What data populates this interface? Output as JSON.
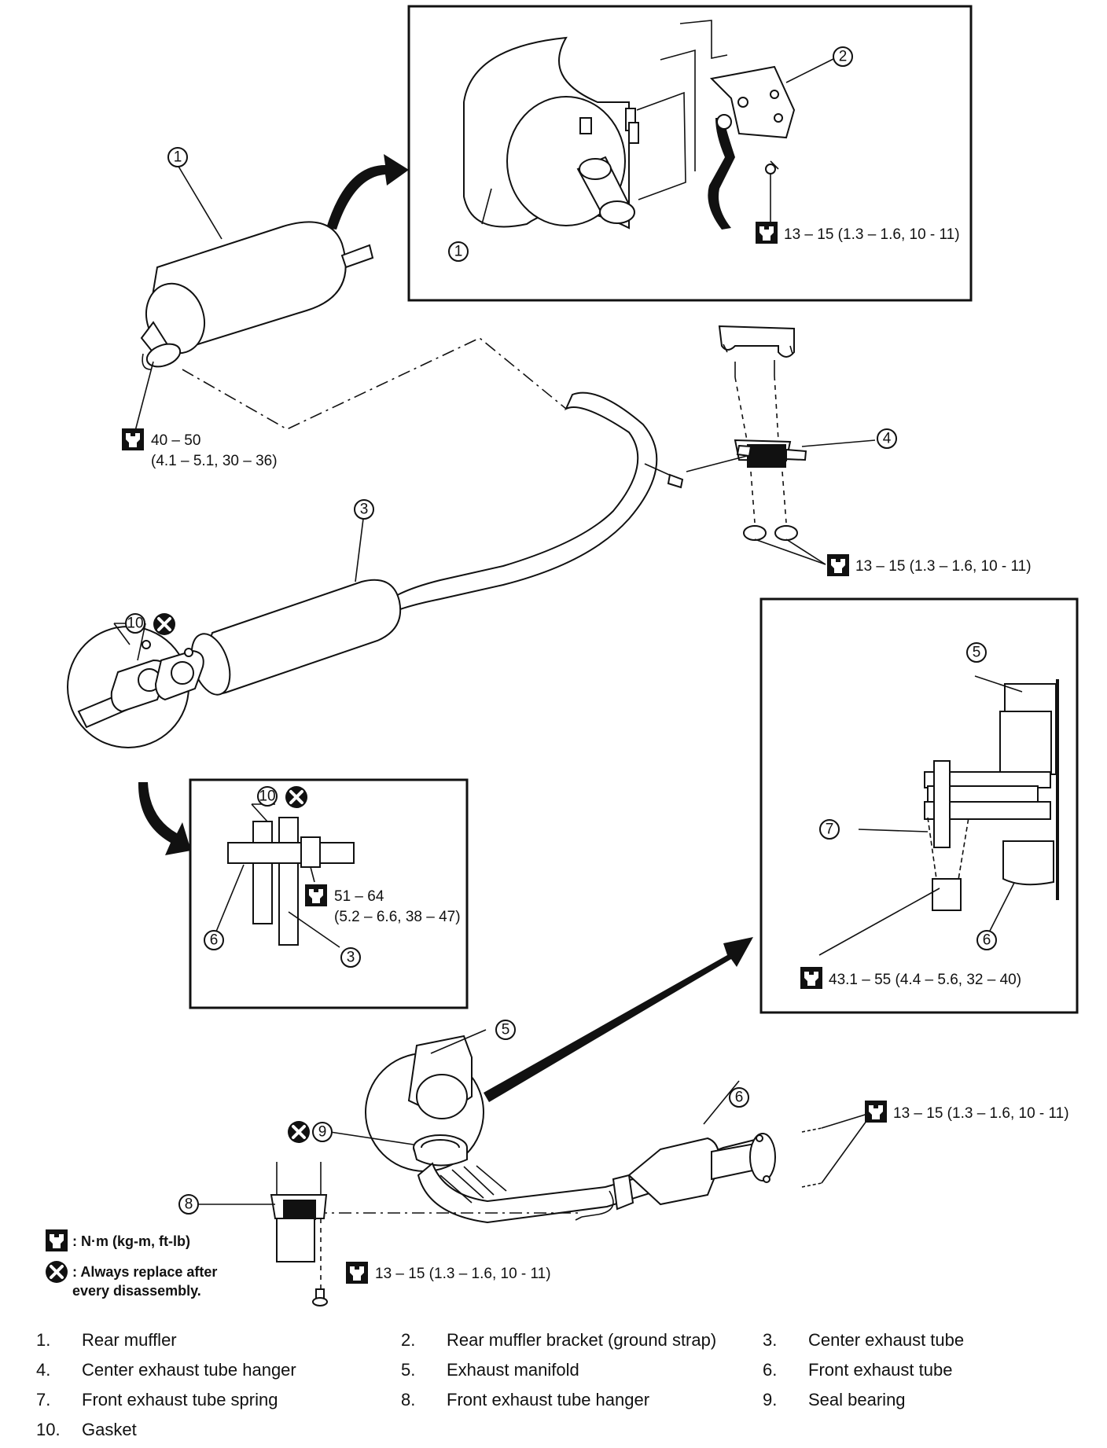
{
  "callouts": {
    "c1": "1",
    "c1b": "1",
    "c2": "2",
    "c3": "3",
    "c3b": "3",
    "c4": "4",
    "c5": "5",
    "c5b": "5",
    "c6": "6",
    "c6b": "6",
    "c6c": "6",
    "c7": "7",
    "c8": "8",
    "c9": "9",
    "c10": "10",
    "c10b": "10"
  },
  "torque": {
    "t_bracket": "13 – 15 (1.3 – 1.6, 10 - 11)",
    "t_muffler_clamp_1": "40 – 50",
    "t_muffler_clamp_2": "(4.1 – 5.1, 30 – 36)",
    "t_hanger4": "13 – 15 (1.3 – 1.6, 10 - 11)",
    "t_flange_1": "51 – 64",
    "t_flange_2": "(5.2 – 6.6, 38 – 47)",
    "t_spring": "43.1 – 55 (4.4 – 5.6, 32 – 40)",
    "t_front_flange": "13 – 15 (1.3 – 1.6, 10 - 11)",
    "t_hanger8": "13 – 15 (1.3 – 1.6, 10 - 11)"
  },
  "legend": {
    "torque_unit": ": N·m (kg-m, ft-lb)",
    "replace_line1": ": Always replace after",
    "replace_line2": "every disassembly."
  },
  "parts": [
    {
      "num": "1.",
      "name": "Rear muffler"
    },
    {
      "num": "2.",
      "name": "Rear muffler bracket (ground strap)"
    },
    {
      "num": "3.",
      "name": "Center exhaust tube"
    },
    {
      "num": "4.",
      "name": "Center exhaust tube hanger"
    },
    {
      "num": "5.",
      "name": "Exhaust manifold"
    },
    {
      "num": "6.",
      "name": "Front exhaust tube"
    },
    {
      "num": "7.",
      "name": "Front exhaust tube spring"
    },
    {
      "num": "8.",
      "name": "Front exhaust tube hanger"
    },
    {
      "num": "9.",
      "name": "Seal bearing"
    },
    {
      "num": "10.",
      "name": "Gasket"
    }
  ],
  "icons": {
    "torque": "wrench-torque-icon",
    "replace": "x-circle-icon"
  }
}
